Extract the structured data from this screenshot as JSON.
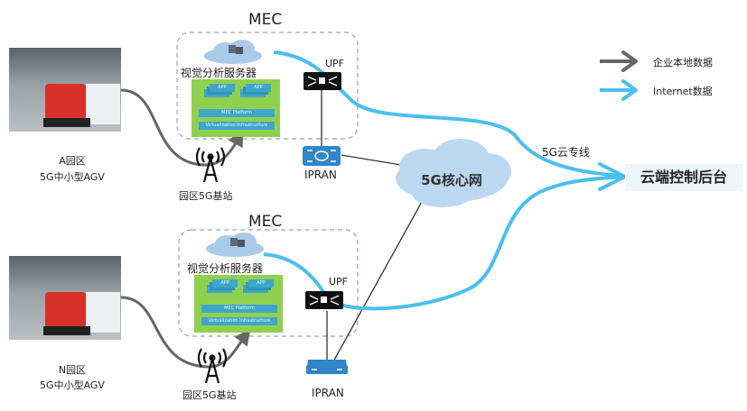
{
  "legend": {
    "items": [
      {
        "label": "企业本地数据",
        "color": "#666666"
      },
      {
        "label": "Internet数据",
        "color": "#49bff0"
      }
    ]
  },
  "sites": [
    {
      "mec_title": "MEC",
      "server_label": "视觉分析服务器",
      "apps": [
        "APP",
        "APP"
      ],
      "platform_label": "MEC Platform",
      "infra_label": "Virtualization Infrastructure",
      "upf_label": "UPF",
      "ipran_label": "IPRAN",
      "base_station_label": "园区5G基站",
      "agv_park": "A园区",
      "agv_type": "5G中小型AGV"
    },
    {
      "mec_title": "MEC",
      "server_label": "视觉分析服务器",
      "apps": [
        "APP",
        "APP"
      ],
      "platform_label": "MEC Platform",
      "infra_label": "Virtualization Infrastructure",
      "upf_label": "UPF",
      "ipran_label": "IPRAN",
      "base_station_label": "园区5G基站",
      "agv_park": "N园区",
      "agv_type": "5G中小型AGV"
    }
  ],
  "core_network": "5G核心网",
  "cloud_line_label": "5G云专线",
  "backend_label": "云端控制后台",
  "colors": {
    "internet_line": "#49bff0",
    "local_line": "#666666",
    "cloud": "#bcd8f0",
    "mec_green": "#8fd14f",
    "mec_blue": "#3fa6c9",
    "ipran_blue": "#2f86c8"
  }
}
